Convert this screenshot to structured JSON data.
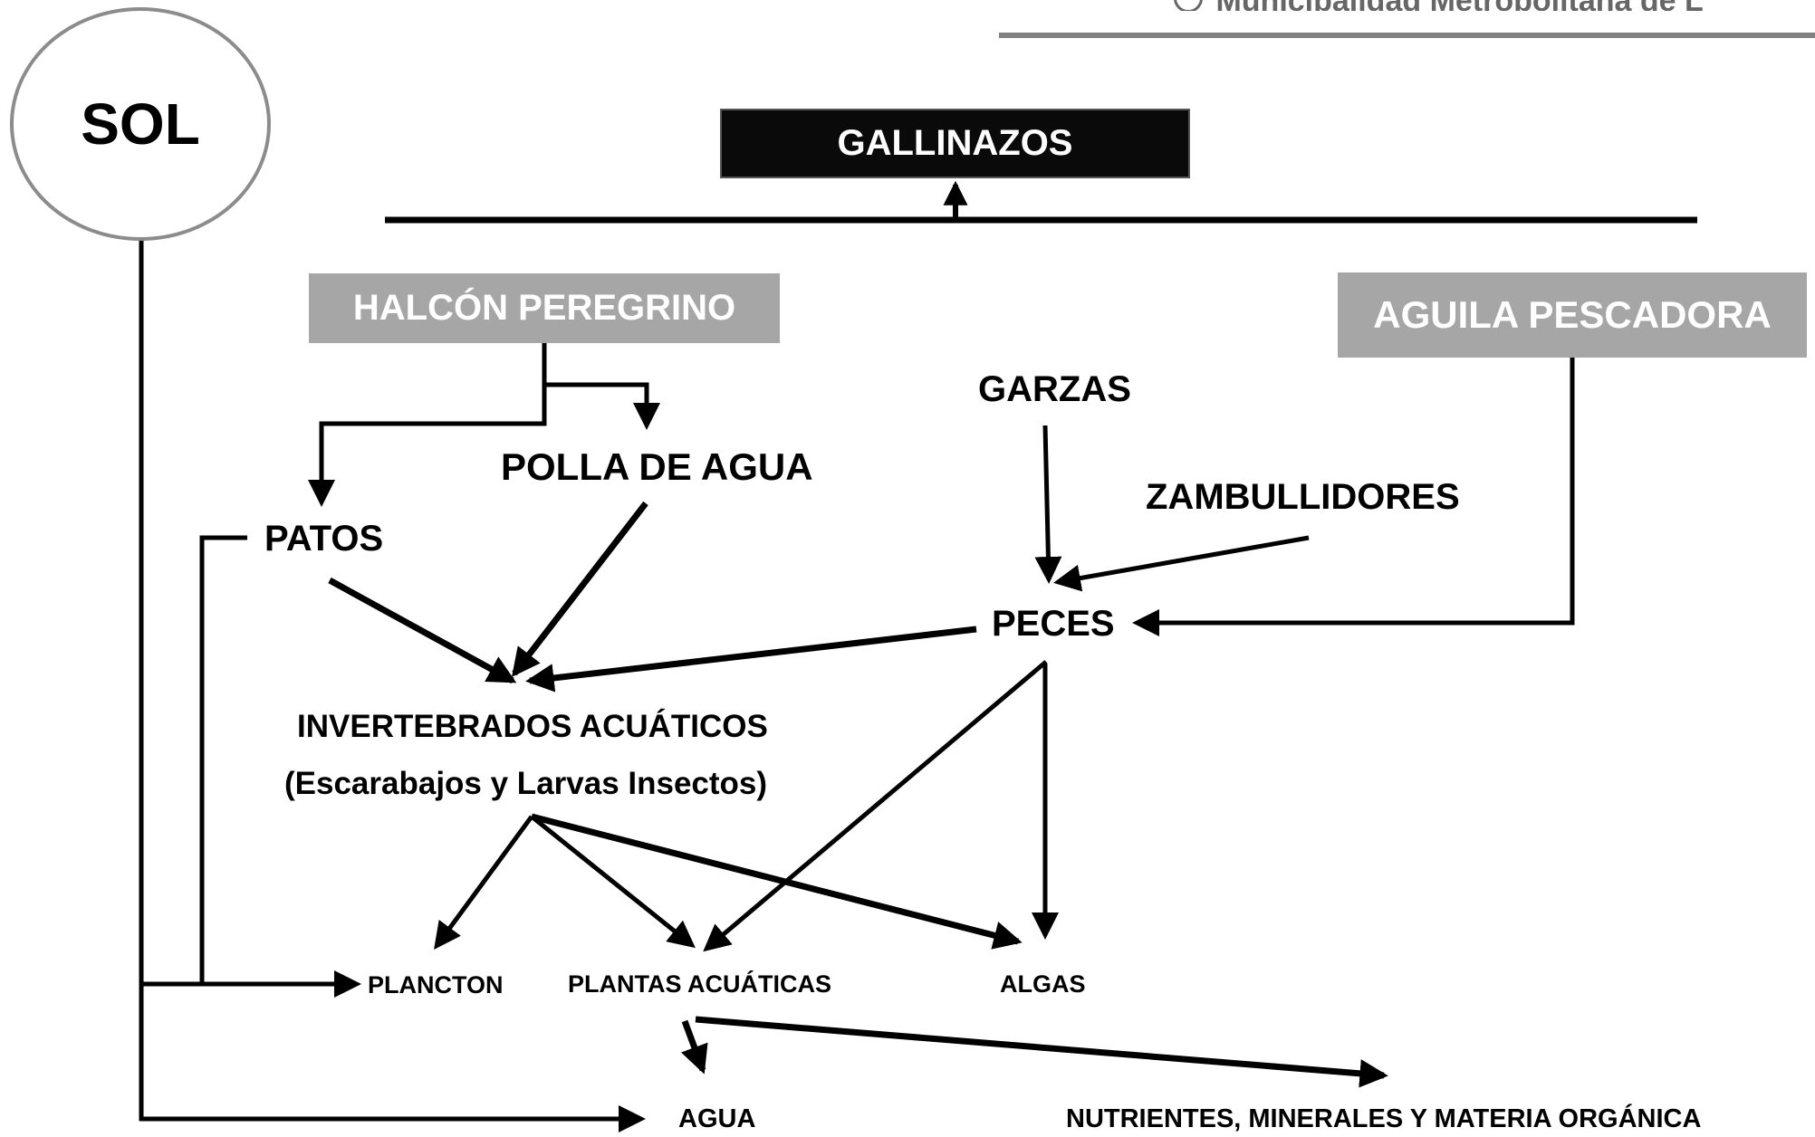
{
  "header": {
    "org_name": "Municipalidad Metropolitana de L"
  },
  "nodes": {
    "sol": "SOL",
    "gallinazos": "GALLINAZOS",
    "halcon": "HALCÓN PEREGRINO",
    "aguila": "AGUILA PESCADORA",
    "garzas": "GARZAS",
    "polla": "POLLA DE AGUA",
    "zambullidores": "ZAMBULLIDORES",
    "patos": "PATOS",
    "peces": "PECES",
    "invertebrados": "INVERTEBRADOS ACUÁTICOS",
    "invertebrados_sub": "(Escarabajos y Larvas Insectos)",
    "plancton": "PLANCTON",
    "plantas": "PLANTAS ACUÁTICAS",
    "algas": "ALGAS",
    "agua": "AGUA",
    "nutrientes": "NUTRIENTES, MINERALES Y MATERIA ORGÁNICA"
  },
  "colors": {
    "line": "#000000",
    "dark_box": "#0a0a0a",
    "grey_box": "#a6a6a6",
    "header_rule": "#808080",
    "sun_border": "#8c8c8c"
  }
}
